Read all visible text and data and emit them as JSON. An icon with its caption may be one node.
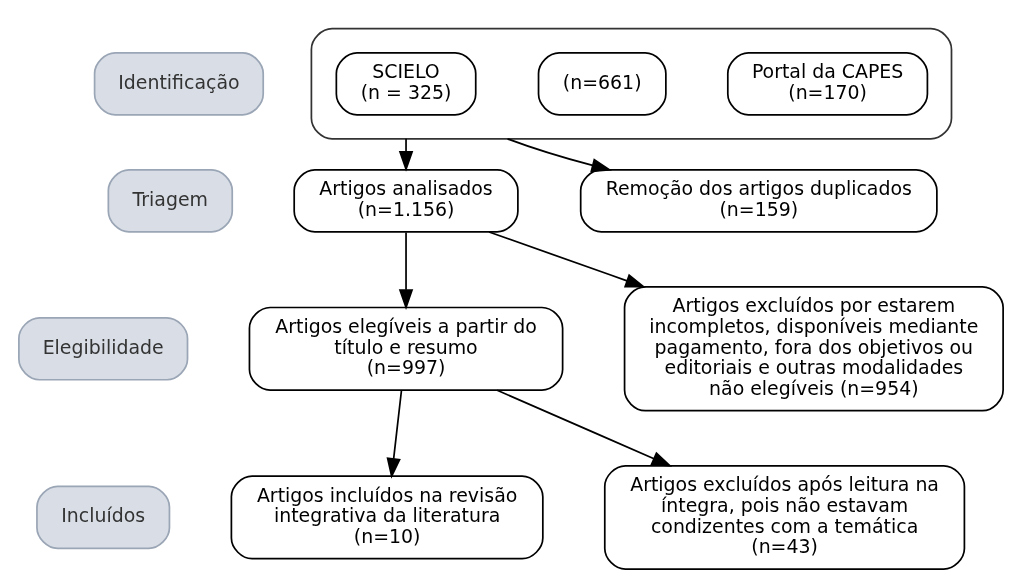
{
  "diagram": {
    "nodes": [
      {
        "text": [
          "Identificação"
        ]
      },
      {
        "text": [
          "Triagem"
        ]
      },
      {
        "text": [
          "Elegibilidade"
        ]
      },
      {
        "text": [
          "Incluídos"
        ]
      },
      {
        "text": [],
        "shape": "box"
      },
      {
        "text": [
          "SCIELO",
          "(n = 325)"
        ],
        "in": 4
      },
      {
        "text": [
          "(n=661)"
        ],
        "in": 4
      },
      {
        "text": [
          "Portal da CAPES",
          "(n=170)"
        ],
        "in": 4
      },
      {
        "text": [
          "Remoção dos artigos duplicados",
          "(n=159)"
        ]
      },
      {
        "text": [
          "Artigos analisados",
          "(n=1.156)"
        ]
      },
      {
        "text": [
          "Artigos excluídos por estarem incompletos, disponíveis mediante pagamento, fora dos objetivos ou editoriais e outras modalidades não elegíveis (n=954)"
        ]
      },
      {
        "text": [
          "Artigos elegíveis a partir do título e resumo",
          "(n=997)"
        ]
      },
      {
        "text": [
          "Artigos excluídos após leitura na íntegra, pois não estavam condizentes com a temática",
          "(n=43)"
        ]
      },
      {
        "text": [
          "Artigos incluídos na revisão integrativa da literatura",
          "(n=10)"
        ]
      }
    ],
    "edges": [
      {
        "from": 4,
        "to": 9,
        "arrow": "to"
      },
      {
        "from": 4,
        "to": 8,
        "arrow": "to"
      },
      {
        "from": 9,
        "to": 10,
        "arrow": "to"
      },
      {
        "from": 9,
        "to": 11,
        "arrow": "to"
      },
      {
        "from": 11,
        "to": 12,
        "arrow": "to"
      },
      {
        "from": 11,
        "to": 13,
        "arrow": "to"
      }
    ]
  }
}
